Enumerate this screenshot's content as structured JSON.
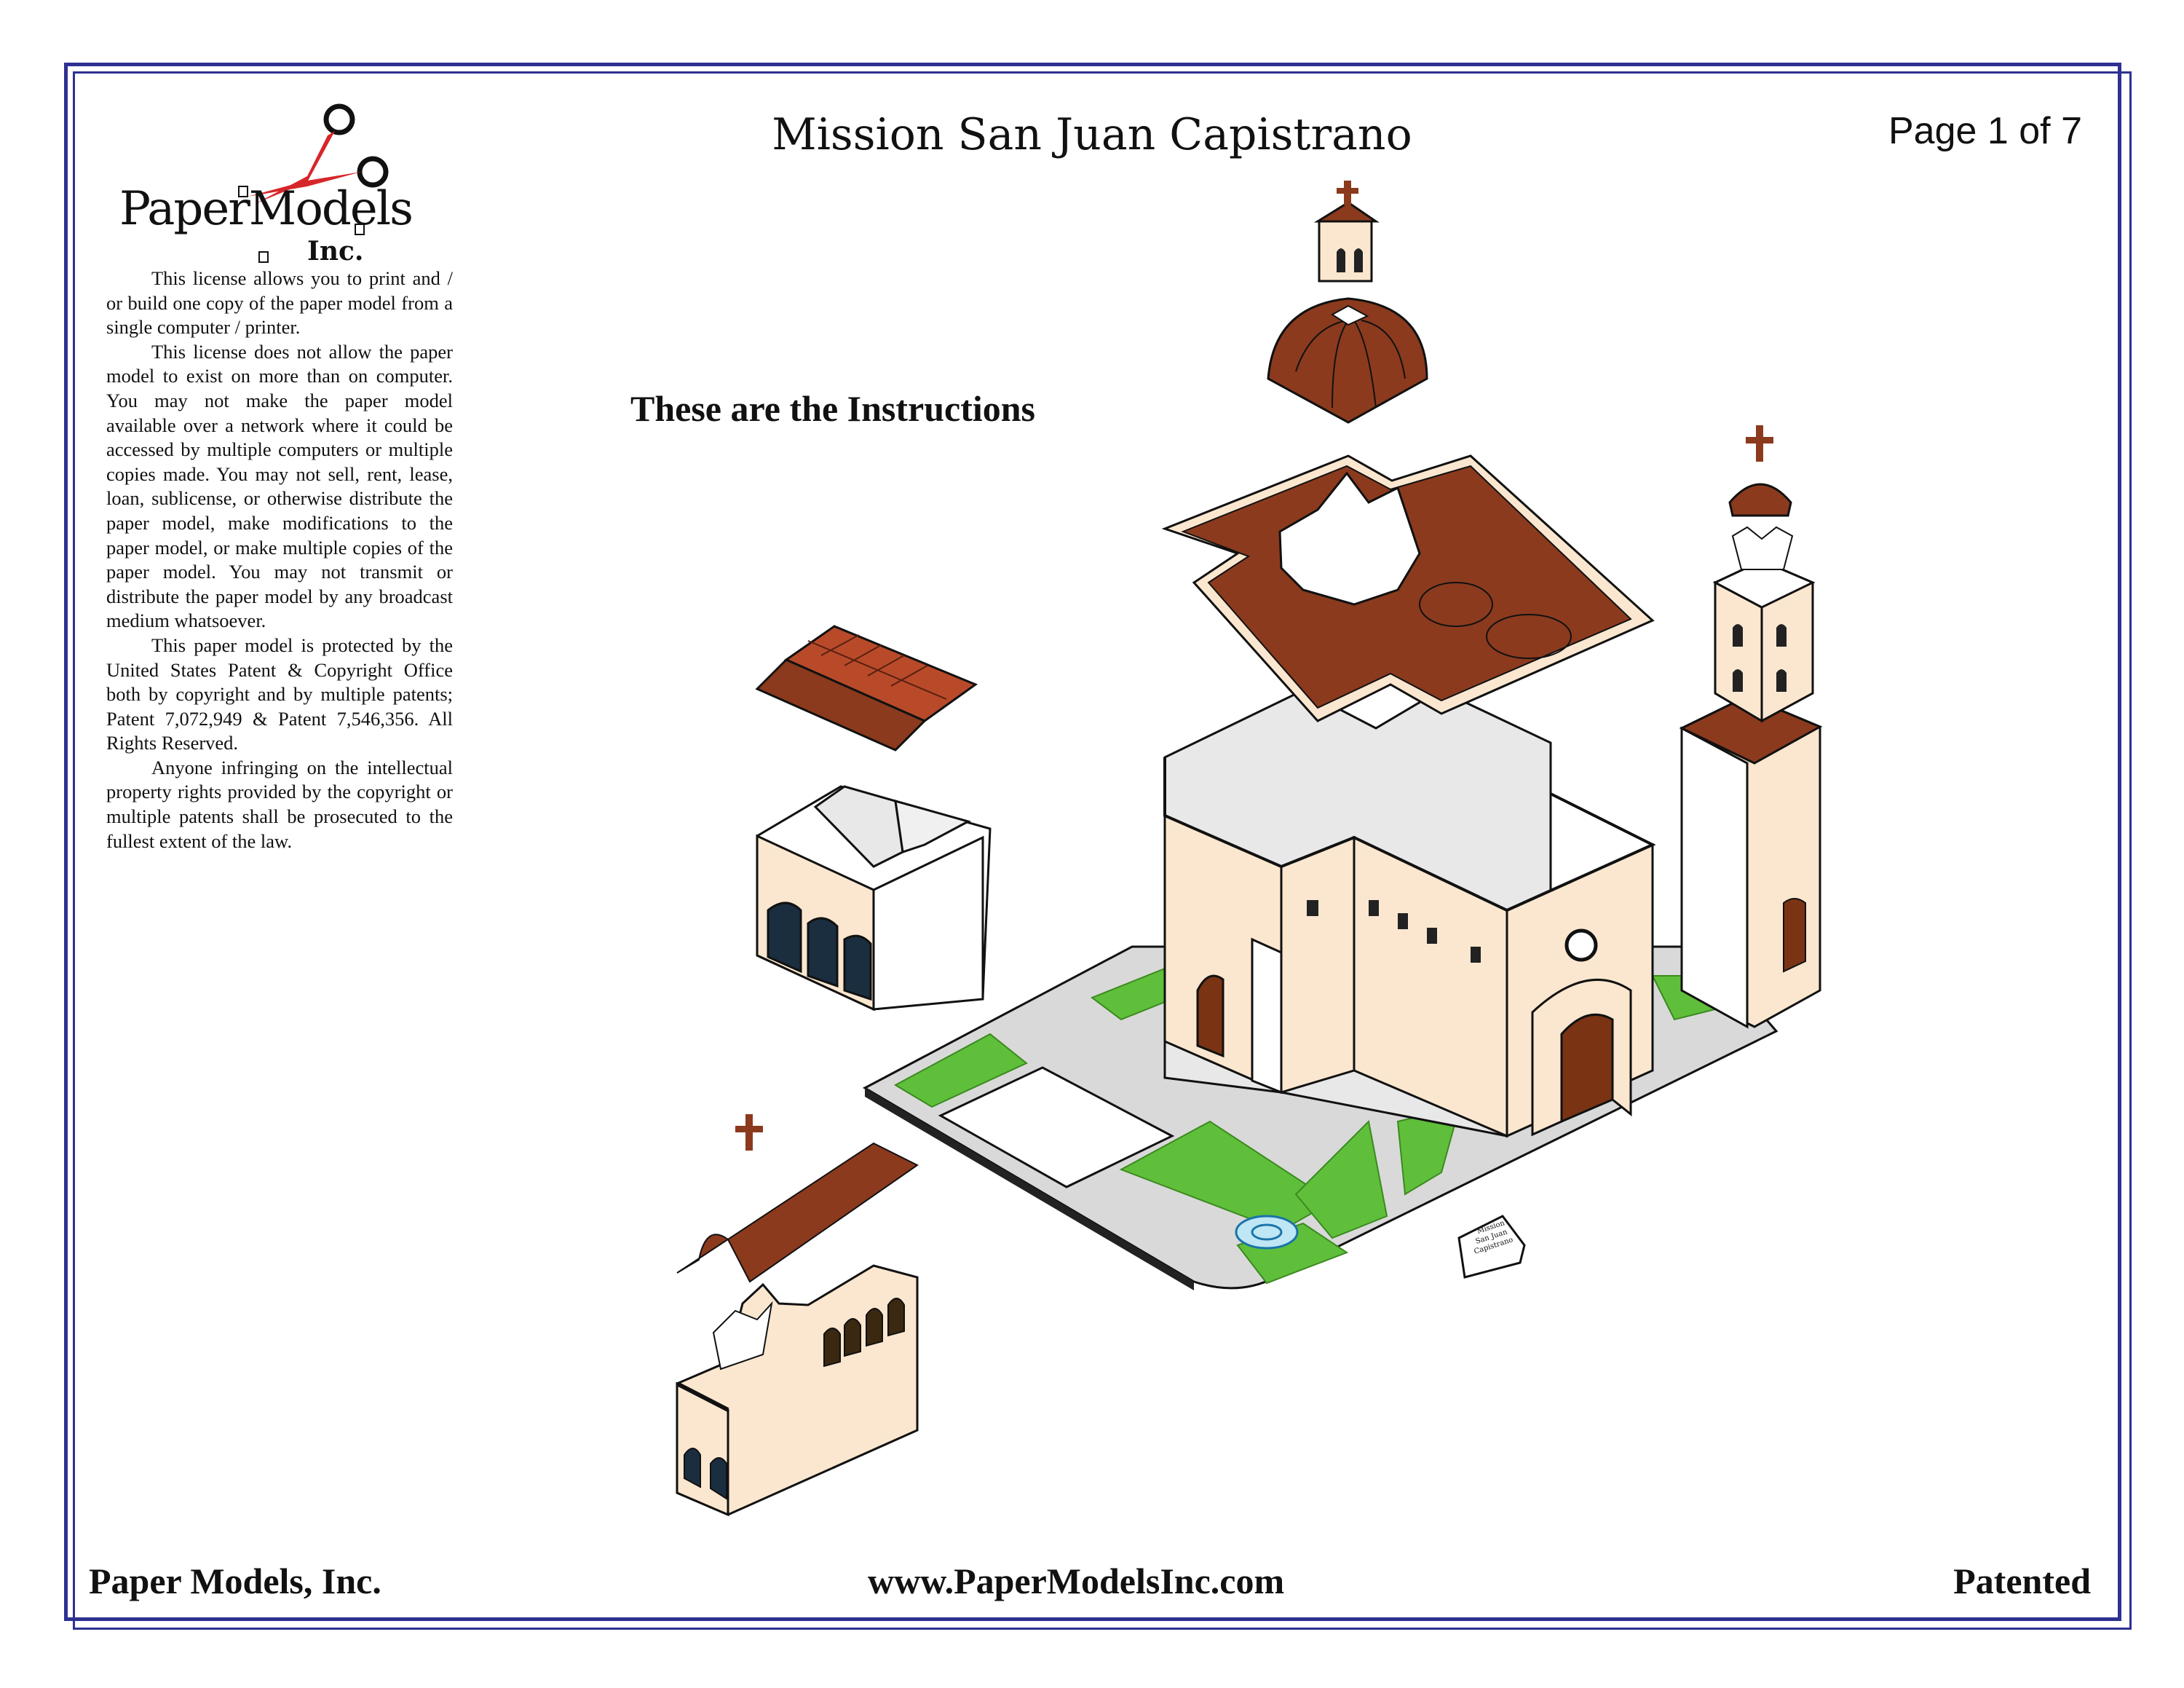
{
  "header": {
    "title": "Mission San Juan Capistrano",
    "page_indicator": "Page 1 of 7"
  },
  "logo": {
    "brand_text": "PaperModels",
    "brand_suffix": "Inc."
  },
  "license": {
    "paragraphs": [
      "This license allows you to print and / or build one copy of the paper model from a single computer / printer.",
      "This license does not allow the paper model to exist on more than on computer.  You may not make the paper model available over a network where it could be accessed by multiple computers or multiple copies made. You may not sell, rent, lease, loan, sublicense, or otherwise distribute the paper model, make modifications to the paper model, or make multiple copies of the paper model.  You may not transmit or distribute the paper model by any broadcast medium whatsoever.",
      "This paper model is protected by the United States Patent & Copyright Office both by copyright and by multiple patents; Patent 7,072,949 & Patent 7,546,356.  All Rights Reserved.",
      "Anyone infringing on the intellectual property rights provided by the copyright or multiple patents shall be prosecuted to the fullest extent of the law."
    ]
  },
  "main": {
    "instructions_heading": "These are the Instructions",
    "sign_text": [
      "Mission",
      "San Juan",
      "Capistrano"
    ]
  },
  "footer": {
    "left": "Paper Models, Inc.",
    "center": "www.PaperModelsInc.com",
    "right": "Patented"
  },
  "colors": {
    "border": "#2e3192",
    "roof_brown": "#8b3a1e",
    "wall_cream": "#fbe7cf",
    "grass_green": "#5fbf3a",
    "path_gray": "#d9d9d9",
    "door_brown": "#7a3414",
    "logo_red": "#d7262a"
  }
}
